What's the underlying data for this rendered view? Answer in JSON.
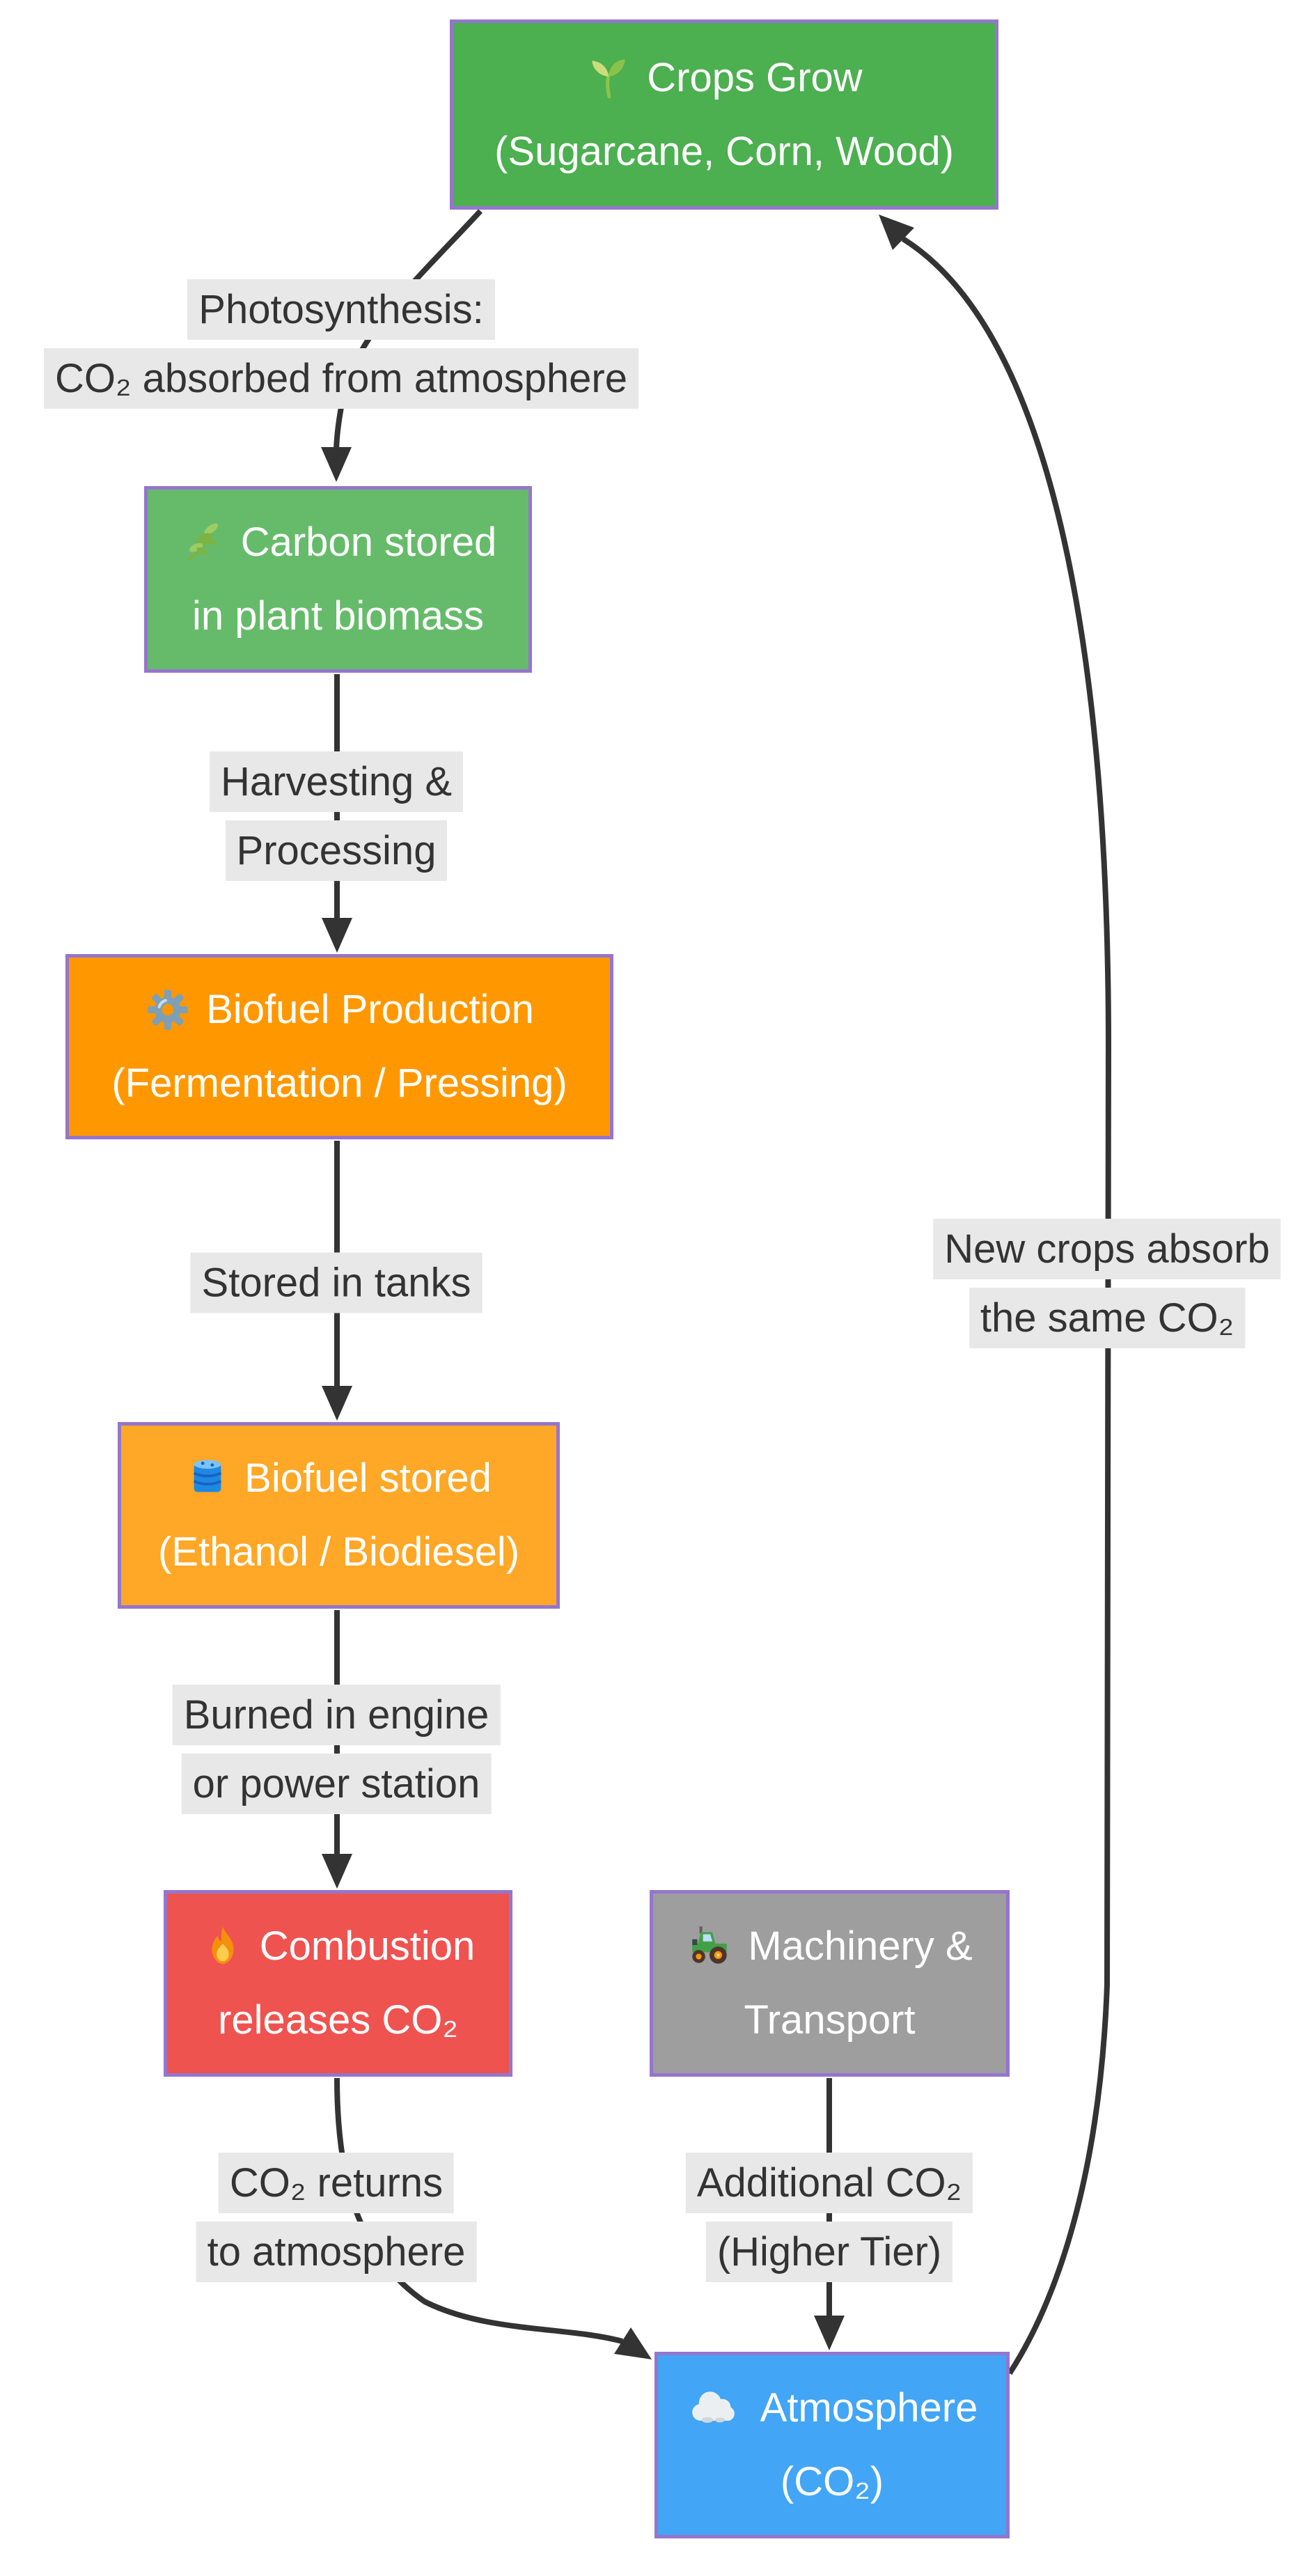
{
  "diagram": {
    "background_color": "#ffffff",
    "node_border_color": "#9575cd",
    "node_text_color": "#ffffff",
    "arrow_color": "#333333",
    "edge_label_bg": "#e8e8e8",
    "edge_label_text_color": "#333333"
  },
  "nodes": [
    {
      "id": "crops",
      "icon": "seedling-icon",
      "line1": "Crops Grow",
      "line2": "(Sugarcane, Corn, Wood)",
      "bg": "#4caf50"
    },
    {
      "id": "biomass",
      "icon": "herb-icon",
      "line1": "Carbon stored",
      "line2": "in plant biomass",
      "bg": "#66bb6a"
    },
    {
      "id": "production",
      "icon": "gear-icon",
      "line1": "Biofuel Production",
      "line2": "(Fermentation / Pressing)",
      "bg": "#ff9800"
    },
    {
      "id": "storage",
      "icon": "oil-drum-icon",
      "line1": "Biofuel stored",
      "line2": "(Ethanol / Biodiesel)",
      "bg": "#ffa726"
    },
    {
      "id": "combustion",
      "icon": "fire-icon",
      "line1": "Combustion",
      "line2": "releases CO₂",
      "bg": "#ef5350"
    },
    {
      "id": "machinery",
      "icon": "tractor-icon",
      "line1": "Machinery &",
      "line2": "Transport",
      "bg": "#9e9e9e"
    },
    {
      "id": "atmosphere",
      "icon": "cloud-icon",
      "line1": "Atmosphere",
      "line2": "(CO₂)",
      "bg": "#42a5f5"
    }
  ],
  "edge_labels": {
    "photosynthesis": {
      "line1": "Photosynthesis:",
      "line2": "CO₂ absorbed from atmosphere"
    },
    "harvesting": {
      "line1": "Harvesting &",
      "line2": "Processing"
    },
    "tanks": {
      "line1": "Stored in tanks"
    },
    "burned": {
      "line1": "Burned in engine",
      "line2": "or power station"
    },
    "returns": {
      "line1": "CO₂ returns",
      "line2": "to atmosphere"
    },
    "additional": {
      "line1": "Additional CO₂",
      "line2": "(Higher Tier)"
    },
    "newcrops": {
      "line1": "New crops absorb",
      "line2": "the same CO₂"
    }
  }
}
